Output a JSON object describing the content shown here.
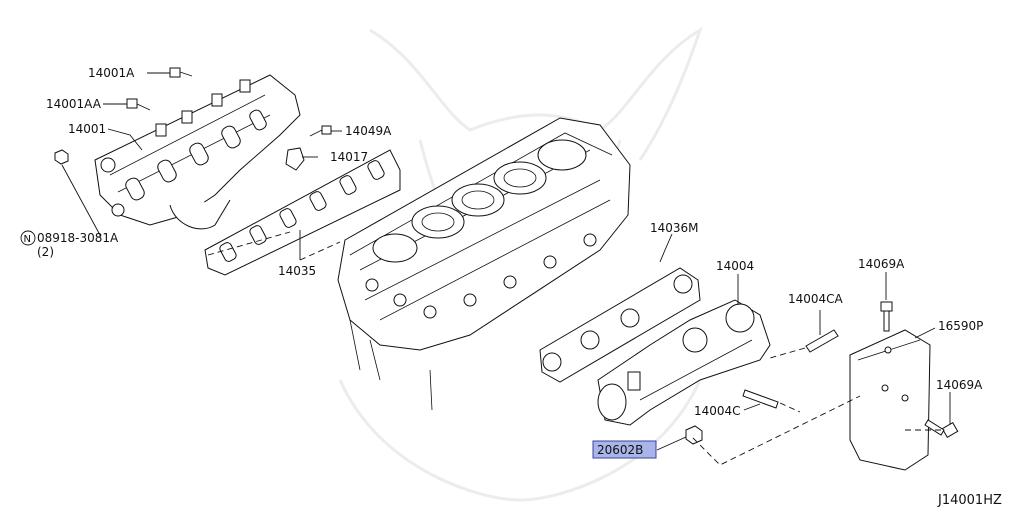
{
  "diagram": {
    "reference_code": "J14001HZ",
    "highlight_color": "#a9b4e8",
    "labels": {
      "p14001A": "14001A",
      "p14001AA": "14001AA",
      "p14001": "14001",
      "p14049A": "14049A",
      "p14017": "14017",
      "p08918": "08918-3081A",
      "p08918_n": "N",
      "p08918_qty": "(2)",
      "p14035": "14035",
      "p14036M": "14036M",
      "p14004": "14004",
      "p14004CA": "14004CA",
      "p14069A_top": "14069A",
      "p16590P": "16590P",
      "p14069A_right": "14069A",
      "p14004C": "14004C",
      "p20602B": "20602B"
    }
  }
}
